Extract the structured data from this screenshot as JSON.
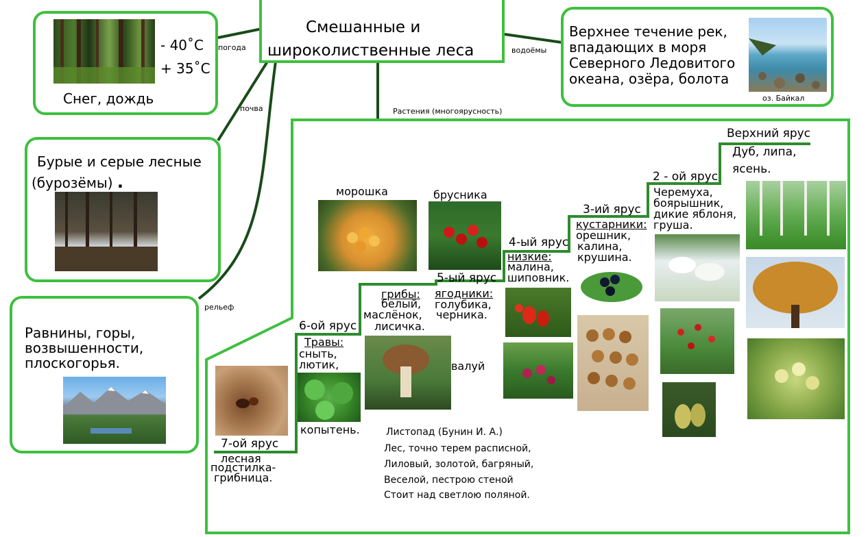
{
  "title": "Смешанные и широколиственные леса",
  "links": {
    "weather": "погода",
    "water": "водоёмы",
    "soil": "почва",
    "plants": "Растения (многоярусность)",
    "relief": "рельеф"
  },
  "weather": {
    "temp_low": "- 40˚С",
    "temp_high": "+ 35˚С",
    "precip": "Снег, дождь"
  },
  "water": {
    "text1": "Верхнее течение рек,",
    "text2": "впадающих в моря",
    "text3": "Северного Ледовитого",
    "text4": "океана, озёра, болота",
    "caption": "оз. Байкал"
  },
  "soil": {
    "line1": "Бурые и серые лесные",
    "line2": "(бурозёмы)",
    "dot": "."
  },
  "relief": {
    "line1": "Равнины, горы,",
    "line2": "возвышенности,",
    "line3": "плоскогорья."
  },
  "tiers": {
    "t7": {
      "label": "7-ой ярус",
      "d1": "лесная",
      "d2": "подстилка-",
      "d3": "грибница."
    },
    "t6": {
      "label": "6-ой ярус",
      "head": "Травы:",
      "d1": "сныть,",
      "d2": "лютик,",
      "extra": "копытень."
    },
    "mushrooms": {
      "head": "грибы:",
      "d1": "белый,",
      "d2": "маслёнок,",
      "d3": "лисичка.",
      "extra": "валуй"
    },
    "t5": {
      "label": "5-ый ярус",
      "head": "ягодники:",
      "d1": "голубика,",
      "d2": "черника.",
      "morosh": "морошка",
      "brusn": "брусника"
    },
    "t4": {
      "label": "4-ый ярус",
      "head": "низкие:",
      "d1": "малина,",
      "d2": "шиповник."
    },
    "t3": {
      "label": "3-ий ярус",
      "head": "кустарники:",
      "d1": "орешник,",
      "d2": "калина,",
      "d3": "крушина."
    },
    "t2": {
      "label": "2 - ой ярус",
      "d1": "Черемуха,",
      "d2": "боярышник,",
      "d3": "дикие яблоня,",
      "d4": "груша."
    },
    "t1": {
      "label": "Верхний ярус",
      "d1": "Дуб, липа,",
      "d2": "ясень."
    }
  },
  "poem": {
    "title": "Листопад (Бунин И. А.)",
    "l1": "Лес, точно терем расписной,",
    "l2": "Лиловый, золотой, багряный,",
    "l3": "Веселой, пестрою стеной",
    "l4": "Стоит над светлою поляной."
  },
  "colors": {
    "box_border": "#3fbf3f",
    "connector": "#1a4a1a",
    "stair": "#2e8b2e"
  }
}
